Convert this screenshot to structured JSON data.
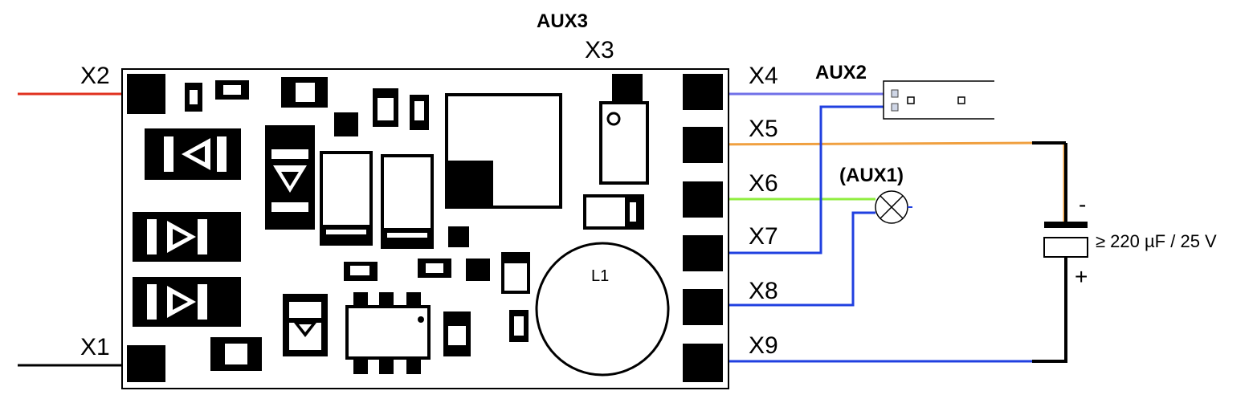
{
  "labels": {
    "x1": "X1",
    "x2": "X2",
    "x3": "X3",
    "x4": "X4",
    "x5": "X5",
    "x6": "X6",
    "x7": "X7",
    "x8": "X8",
    "x9": "X9",
    "aux1": "(AUX1)",
    "aux2": "AUX2",
    "aux3": "AUX3",
    "l1": "L1"
  },
  "capacitor": {
    "rating": "≥  220 µF / 25 V",
    "minus": "-",
    "plus": "+"
  },
  "colors": {
    "x1_wire": "#000000",
    "x2_wire": "#e0301e",
    "x4_wire": "#7070e8",
    "x5_wire": "#f0a040",
    "x6_wire": "#90ee40",
    "x7_wire": "#2040e0",
    "x8_wire": "#2040e0",
    "x9_wire": "#2040e0"
  }
}
